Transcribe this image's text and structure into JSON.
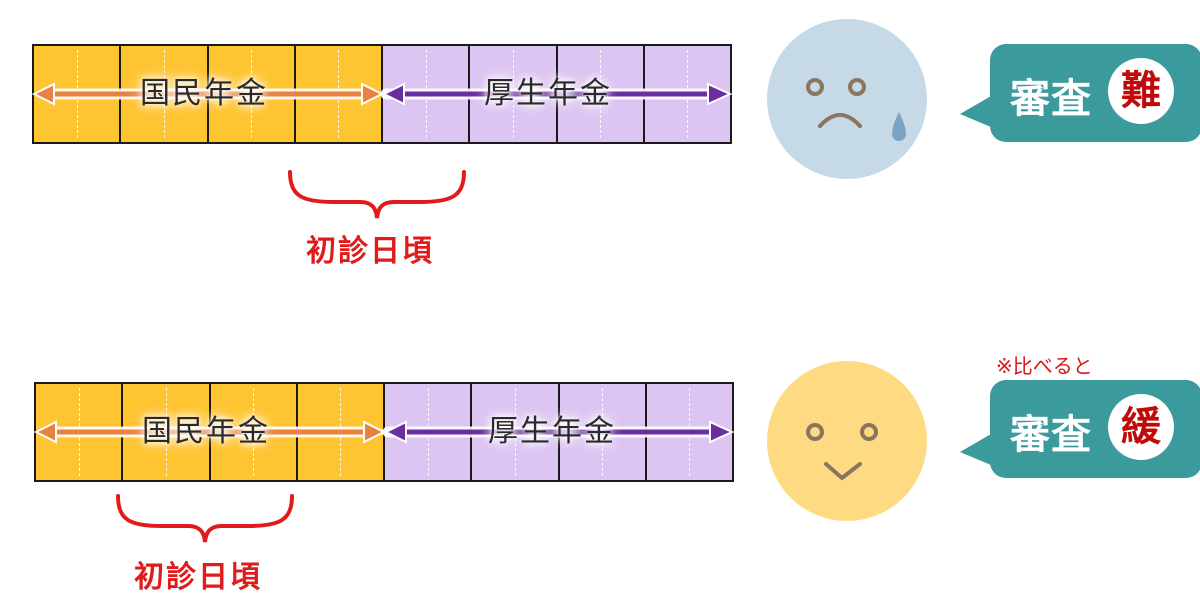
{
  "colors": {
    "kokumin": "#ffc431",
    "kosei": "#dcc5f2",
    "kokumin_arrow": "#e8823e",
    "kosei_arrow": "#6b2ea0",
    "shoshin": "#e11b1b",
    "bubble": "#3a9a9c",
    "bubble_emphasis": "#c00a0a",
    "sad_face": "#c6d9e6",
    "happy_face": "#fedb82",
    "face_feature": "#8a7560",
    "tear": "#7aa3c4"
  },
  "scenarios": [
    {
      "timeline": {
        "kokumin_label": "国民年金",
        "kosei_label": "厚生年金",
        "kokumin_cells": 4,
        "kosei_cells": 4
      },
      "shoshin_label": "初診日頃",
      "face": "sad-face-icon",
      "bubble": {
        "text": "審査",
        "emphasis": "難"
      }
    },
    {
      "timeline": {
        "kokumin_label": "国民年金",
        "kosei_label": "厚生年金",
        "kokumin_cells": 4,
        "kosei_cells": 4
      },
      "shoshin_label": "初診日頃",
      "face": "smile-face-icon",
      "note": "※比べると",
      "bubble": {
        "text": "審査",
        "emphasis": "緩"
      }
    }
  ]
}
